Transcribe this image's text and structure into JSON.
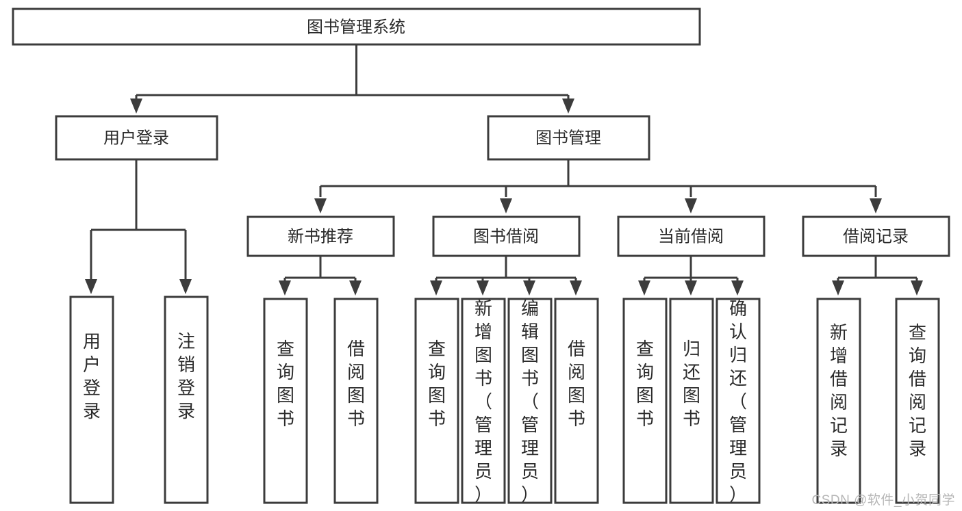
{
  "diagram": {
    "type": "tree-hierarchy",
    "title": "图书管理系统",
    "watermark": "CSDN @软件_小贺同学",
    "colors": {
      "stroke": "#3c3c3c",
      "fill": "#ffffff",
      "text": "#2b2b2b",
      "watermark": "#b6b6b6"
    },
    "levels": {
      "root": {
        "label": "图书管理系统"
      },
      "level2": [
        {
          "id": "user-login",
          "label": "用户登录"
        },
        {
          "id": "book-manage",
          "label": "图书管理"
        }
      ],
      "level3": [
        {
          "id": "new-book-rec",
          "label": "新书推荐",
          "parent": "book-manage"
        },
        {
          "id": "book-borrow",
          "label": "图书借阅",
          "parent": "book-manage"
        },
        {
          "id": "current-borrow",
          "label": "当前借阅",
          "parent": "book-manage"
        },
        {
          "id": "borrow-record",
          "label": "借阅记录",
          "parent": "book-manage"
        }
      ],
      "leaves": [
        {
          "id": "leaf-user-login",
          "label": "用户登录",
          "parent": "user-login"
        },
        {
          "id": "leaf-logout",
          "label": "注销登录",
          "parent": "user-login"
        },
        {
          "id": "leaf-query-book-1",
          "label": "查询图书",
          "parent": "new-book-rec"
        },
        {
          "id": "leaf-borrow-book-1",
          "label": "借阅图书",
          "parent": "new-book-rec"
        },
        {
          "id": "leaf-query-book-2",
          "label": "查询图书",
          "parent": "book-borrow"
        },
        {
          "id": "leaf-add-book",
          "label": "新增图书（管理员）",
          "parent": "book-borrow"
        },
        {
          "id": "leaf-edit-book",
          "label": "编辑图书（管理员）",
          "parent": "book-borrow"
        },
        {
          "id": "leaf-borrow-book-2",
          "label": "借阅图书",
          "parent": "book-borrow"
        },
        {
          "id": "leaf-query-book-3",
          "label": "查询图书",
          "parent": "current-borrow"
        },
        {
          "id": "leaf-return-book",
          "label": "归还图书",
          "parent": "current-borrow"
        },
        {
          "id": "leaf-confirm-return",
          "label": "确认归还（管理员）",
          "parent": "current-borrow"
        },
        {
          "id": "leaf-add-record",
          "label": "新增借阅记录",
          "parent": "borrow-record"
        },
        {
          "id": "leaf-query-record",
          "label": "查询借阅记录",
          "parent": "borrow-record"
        }
      ]
    }
  }
}
